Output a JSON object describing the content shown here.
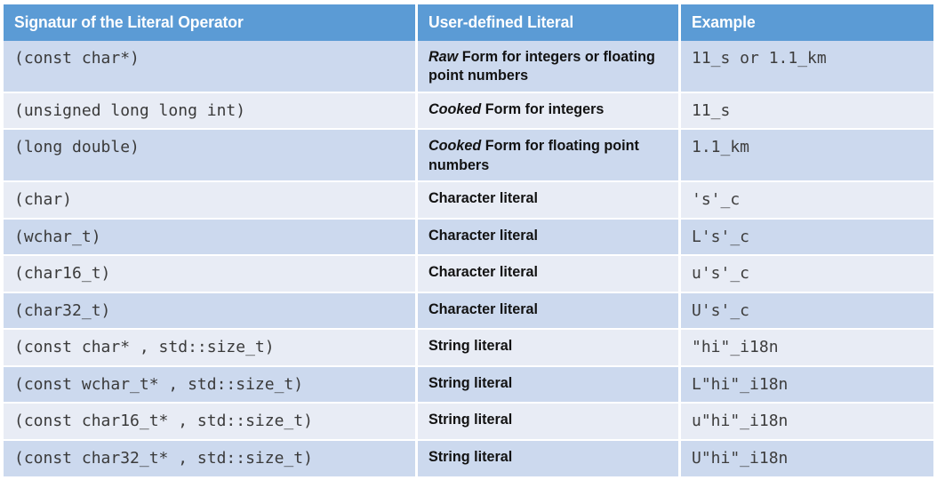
{
  "table": {
    "headers": [
      "Signatur of the Literal Operator",
      "User-defined Literal",
      "Example"
    ],
    "colors": {
      "header_bg": "#5b9bd5",
      "header_text": "#ffffff",
      "row_dark": "#ccd9ee",
      "row_light": "#e8ecf5",
      "divider": "#ffffff",
      "body_text": "#3a3a3a"
    },
    "rows": [
      {
        "signature": "(const char*)",
        "literal_emphasis": "Raw",
        "literal_rest": " Form for integers or floating point numbers",
        "example": "11_s or 1.1_km",
        "stripe": "dark",
        "size": "tall"
      },
      {
        "signature": "(unsigned long long int)",
        "literal_emphasis": "Cooked",
        "literal_rest": " Form for integers",
        "example": "11_s",
        "stripe": "light",
        "size": "norm"
      },
      {
        "signature": "(long double)",
        "literal_emphasis": "Cooked",
        "literal_rest": " Form for floating point numbers",
        "example": "1.1_km",
        "stripe": "dark",
        "size": "tall"
      },
      {
        "signature": "(char)",
        "literal_emphasis": "",
        "literal_rest": "Character literal",
        "example": "'s'_c",
        "stripe": "light",
        "size": "norm"
      },
      {
        "signature": "(wchar_t)",
        "literal_emphasis": "",
        "literal_rest": "Character literal",
        "example": "L's'_c",
        "stripe": "dark",
        "size": "norm"
      },
      {
        "signature": "(char16_t)",
        "literal_emphasis": "",
        "literal_rest": "Character literal",
        "example": "u's'_c",
        "stripe": "light",
        "size": "norm"
      },
      {
        "signature": "(char32_t)",
        "literal_emphasis": "",
        "literal_rest": "Character literal",
        "example": "U's'_c",
        "stripe": "dark",
        "size": "norm"
      },
      {
        "signature": "(const char* , std::size_t)",
        "literal_emphasis": "",
        "literal_rest": "String literal",
        "example": "\"hi\"_i18n",
        "stripe": "light",
        "size": "norm"
      },
      {
        "signature": "(const wchar_t* , std::size_t)",
        "literal_emphasis": "",
        "literal_rest": "String literal",
        "example": "L\"hi\"_i18n",
        "stripe": "dark",
        "size": "norm"
      },
      {
        "signature": "(const char16_t* , std::size_t)",
        "literal_emphasis": "",
        "literal_rest": "String literal",
        "example": "u\"hi\"_i18n",
        "stripe": "light",
        "size": "norm"
      },
      {
        "signature": "(const char32_t* , std::size_t)",
        "literal_emphasis": "",
        "literal_rest": "String literal",
        "example": "U\"hi\"_i18n",
        "stripe": "dark",
        "size": "norm"
      }
    ]
  }
}
